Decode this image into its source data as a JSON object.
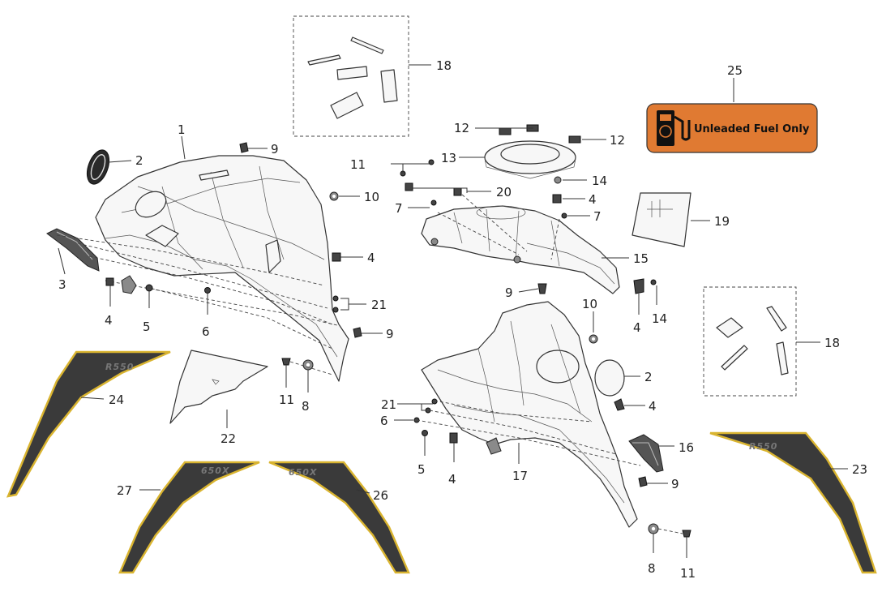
{
  "callouts": {
    "c1": "1",
    "c2a": "2",
    "c2b": "2",
    "c3": "3",
    "c4a": "4",
    "c4b": "4",
    "c4c": "4",
    "c4d": "4",
    "c4e": "4",
    "c4f": "4",
    "c5a": "5",
    "c5b": "5",
    "c6a": "6",
    "c6b": "6",
    "c7a": "7",
    "c7b": "7",
    "c8a": "8",
    "c8b": "8",
    "c9a": "9",
    "c9b": "9",
    "c9c": "9",
    "c9d": "9",
    "c10a": "10",
    "c10b": "10",
    "c11a": "11",
    "c11b": "11",
    "c11c": "11",
    "c12a": "12",
    "c12b": "12",
    "c13": "13",
    "c14a": "14",
    "c14b": "14",
    "c15": "15",
    "c16": "16",
    "c17": "17",
    "c18a": "18",
    "c18b": "18",
    "c19": "19",
    "c20": "20",
    "c21a": "21",
    "c21b": "21",
    "c22": "22",
    "c23": "23",
    "c24": "24",
    "c25": "25",
    "c26": "26",
    "c27": "27"
  },
  "fuel_label": {
    "text": "Unleaded Fuel Only",
    "bg_color": "#e07a32"
  },
  "decals": {
    "r550_a": "R550",
    "r550_b": "R550",
    "x650_a": "650X",
    "x650_b": "650X"
  },
  "colors": {
    "decal_gold": "#d9b430",
    "decal_dark": "#3a3a3a"
  }
}
